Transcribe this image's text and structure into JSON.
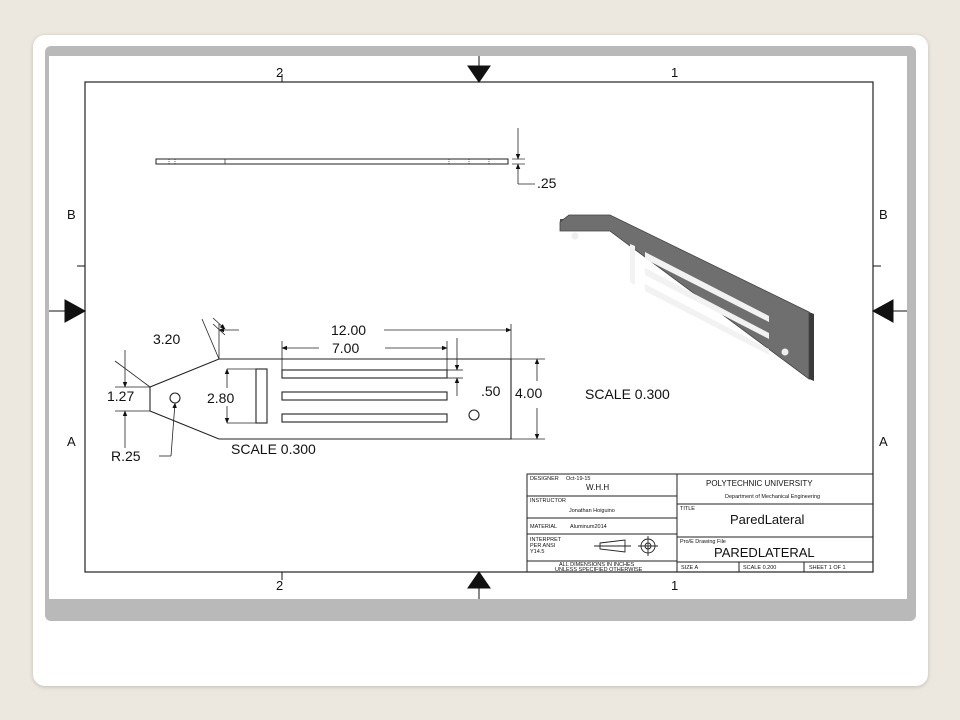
{
  "zones": {
    "top_left": "2",
    "top_right": "1",
    "bottom_left": "2",
    "bottom_right": "1",
    "left_top": "B",
    "left_bottom": "A",
    "right_top": "B",
    "right_bottom": "A"
  },
  "dimensions": {
    "thickness": ".25",
    "chamfer": "3.20",
    "overall_length": "12.00",
    "slot_length": "7.00",
    "end_width": "1.27",
    "slot_spacing": ".50",
    "height": "4.00",
    "slot_block": "2.80",
    "radius": "R.25"
  },
  "views": {
    "front_scale": "SCALE  0.300",
    "iso_scale": "SCALE  0.300"
  },
  "title_block": {
    "designer_label": "DESIGNER",
    "designer_date": "Oct-19-15",
    "designer_name": "W.H.H",
    "instructor_label": "INSTRUCTOR",
    "instructor_name": "Jonathan Hoiguino",
    "material_label": "MATERIAL",
    "material_value": "Aluminum2014",
    "interpret_line1": "INTERPRET",
    "interpret_line2": "PER ANSI",
    "interpret_line3": "Y14.5",
    "note_line1": "ALL DIMENSIONS IN INCHES",
    "note_line2": "UNLESS SPECIFIED OTHERWISE",
    "university": "POLYTECHNIC UNIVERSITY",
    "department": "Department of Mechanical Engineering",
    "title_label": "TITLE",
    "title_value": "ParedLateral",
    "file_label": "Pro/E Drawing File",
    "file_value": "PAREDLATERAL",
    "size": "SIZE A",
    "scale": "SCALE 0.200",
    "sheet": "SHEET 1 OF 1"
  }
}
